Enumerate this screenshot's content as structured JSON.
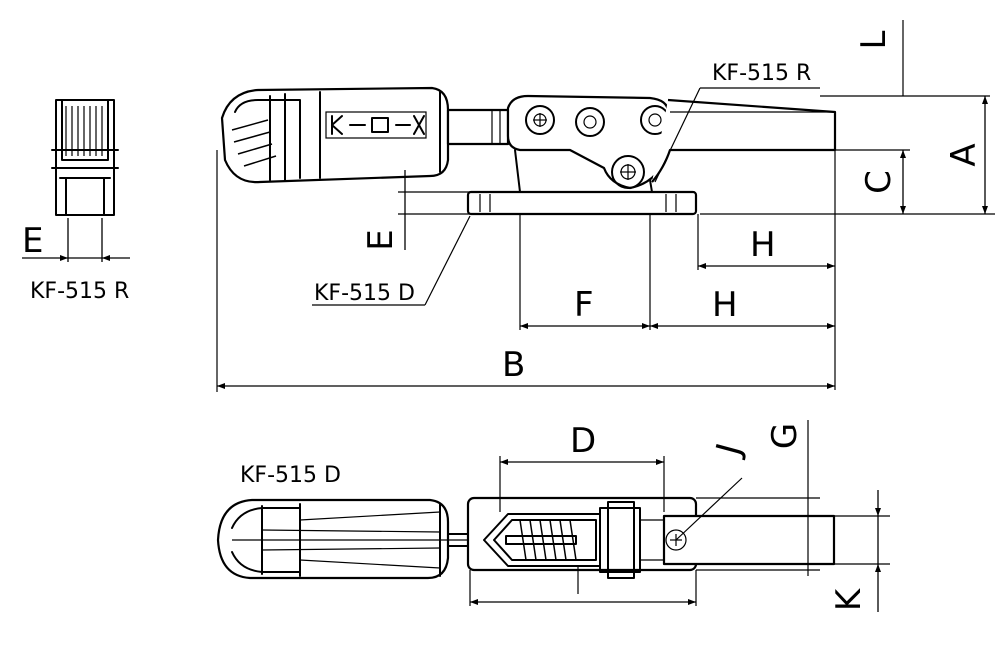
{
  "callouts": {
    "side_right_model": "KF-515 R",
    "side_base_model": "KF-515 D",
    "end_view_model": "KF-515 R",
    "top_view_model": "KF-515 D"
  },
  "dimensions": {
    "A": "A",
    "B": "B",
    "C": "C",
    "D": "D",
    "E_side": "E",
    "E_end": "E",
    "F": "F",
    "G": "G",
    "H_upper": "H",
    "H_lower": "H",
    "J": "J",
    "K": "K",
    "L": "L"
  },
  "colors": {
    "line": "#000000",
    "background": "#ffffff"
  }
}
